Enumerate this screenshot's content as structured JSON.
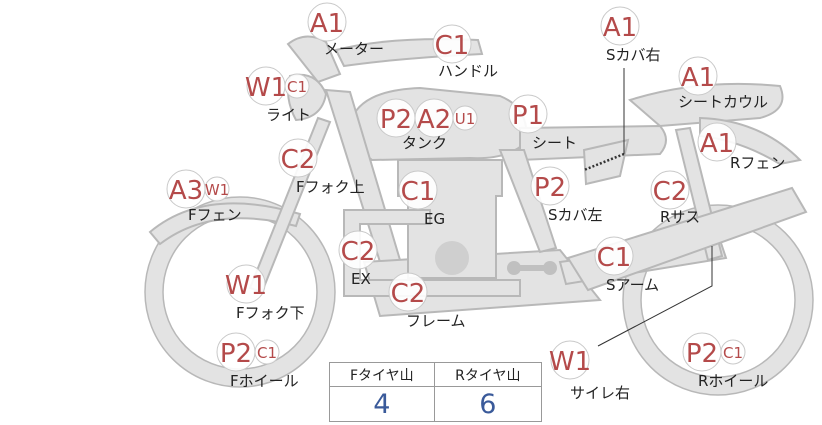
{
  "parts": [
    {
      "name": "meter",
      "label": "メーター",
      "grades": [
        {
          "g": "A1",
          "size": "big"
        }
      ]
    },
    {
      "name": "handle",
      "label": "ハンドル",
      "grades": [
        {
          "g": "C1",
          "size": "big"
        }
      ]
    },
    {
      "name": "light",
      "label": "ライト",
      "grades": [
        {
          "g": "W1",
          "size": "big"
        },
        {
          "g": "C1",
          "size": "small"
        }
      ]
    },
    {
      "name": "tank",
      "label": "タンク",
      "grades": [
        {
          "g": "P2",
          "size": "big"
        },
        {
          "g": "A2",
          "size": "big"
        },
        {
          "g": "U1",
          "size": "small"
        }
      ]
    },
    {
      "name": "seat",
      "label": "シート",
      "grades": [
        {
          "g": "P1",
          "size": "big"
        }
      ]
    },
    {
      "name": "side-cover-right",
      "label": "Sカバ右",
      "grades": [
        {
          "g": "A1",
          "size": "big"
        }
      ]
    },
    {
      "name": "seat-cowl",
      "label": "シートカウル",
      "grades": [
        {
          "g": "A1",
          "size": "big"
        }
      ]
    },
    {
      "name": "rear-fender",
      "label": "Rフェン",
      "grades": [
        {
          "g": "A1",
          "size": "big"
        }
      ]
    },
    {
      "name": "front-fork-upper",
      "label": "Fフォク上",
      "grades": [
        {
          "g": "C2",
          "size": "big"
        }
      ]
    },
    {
      "name": "front-fender",
      "label": "Fフェン",
      "grades": [
        {
          "g": "A3",
          "size": "big"
        },
        {
          "g": "W1",
          "size": "small"
        }
      ]
    },
    {
      "name": "engine",
      "label": "EG",
      "grades": [
        {
          "g": "C1",
          "size": "big"
        }
      ]
    },
    {
      "name": "side-cover-left",
      "label": "Sカバ左",
      "grades": [
        {
          "g": "P2",
          "size": "big"
        }
      ]
    },
    {
      "name": "rear-suspension",
      "label": "Rサス",
      "grades": [
        {
          "g": "C2",
          "size": "big"
        }
      ]
    },
    {
      "name": "exhaust",
      "label": "EX",
      "grades": [
        {
          "g": "C2",
          "size": "big"
        }
      ]
    },
    {
      "name": "swing-arm",
      "label": "Sアーム",
      "grades": [
        {
          "g": "C1",
          "size": "big"
        }
      ]
    },
    {
      "name": "front-fork-lower",
      "label": "Fフォク下",
      "grades": [
        {
          "g": "W1",
          "size": "big"
        }
      ]
    },
    {
      "name": "frame",
      "label": "フレーム",
      "grades": [
        {
          "g": "C2",
          "size": "big"
        }
      ]
    },
    {
      "name": "muffler-right",
      "label": "サイレ右",
      "grades": [
        {
          "g": "W1",
          "size": "big"
        }
      ]
    },
    {
      "name": "front-wheel",
      "label": "Fホイール",
      "grades": [
        {
          "g": "P2",
          "size": "big"
        },
        {
          "g": "C1",
          "size": "small"
        }
      ]
    },
    {
      "name": "rear-wheel",
      "label": "Rホイール",
      "grades": [
        {
          "g": "P2",
          "size": "big"
        },
        {
          "g": "C1",
          "size": "small"
        }
      ]
    }
  ],
  "tread": {
    "front_label": "Fタイヤ山",
    "rear_label": "Rタイヤ山",
    "front_value": "4",
    "rear_value": "6"
  },
  "colors": {
    "grade": "#b44a4a",
    "part_fill": "#e3e3e3",
    "part_stroke": "#b8b8b8",
    "tread_value": "#3a5a9a"
  }
}
